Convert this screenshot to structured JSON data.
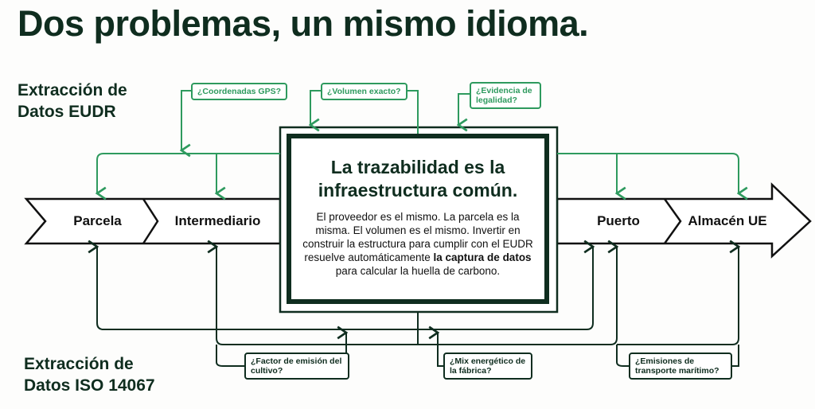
{
  "title": "Dos problemas, un mismo idioma.",
  "eudr_label": {
    "line1": "Extracción de",
    "line2": "Datos EUDR"
  },
  "iso_label": {
    "line1": "Extracción de",
    "line2": "Datos ISO 14067"
  },
  "stages": [
    "Parcela",
    "Intermediario",
    "Puerto",
    "Almacén UE"
  ],
  "eudr_questions": [
    "¿Coordenadas GPS?",
    "¿Volumen exacto?",
    "¿Evidencia de legalidad?"
  ],
  "iso_questions": [
    "¿Factor de emisión del cultivo?",
    "¿Mix energético de la fábrica?",
    "¿Emisiones de transporte marítimo?"
  ],
  "center": {
    "title": "La trazabilidad es la infraestructura común.",
    "body_pre": "El proveedor es el mismo. La parcela es la misma. El volumen es el mismo. Invertir en construir la estructura para cumplir con el EUDR resuelve automáticamente",
    "body_bold": "la captura de datos",
    "body_post": "para calcular la huella de carbono."
  },
  "colors": {
    "green": "#2e9a5e",
    "dark": "#0f2d1f"
  }
}
